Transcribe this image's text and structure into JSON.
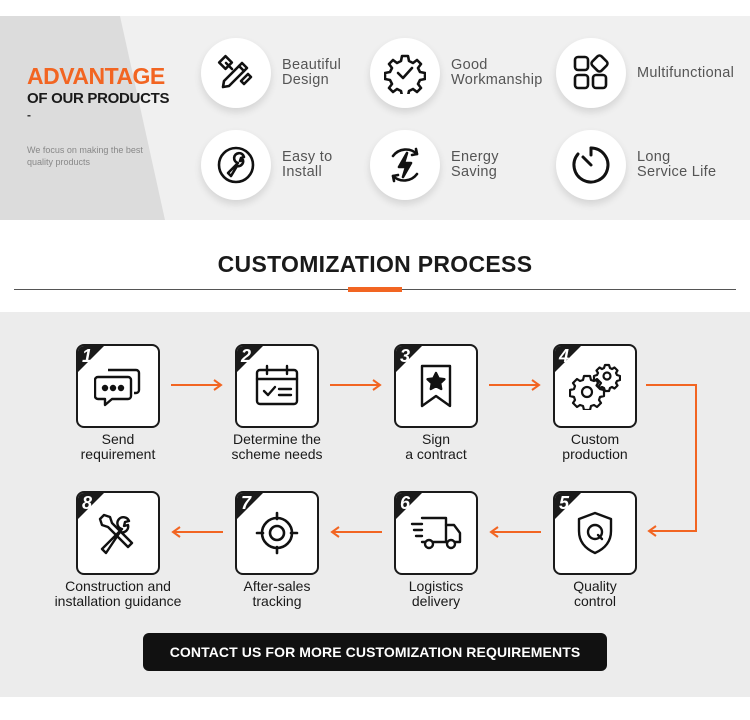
{
  "advantage": {
    "title": "ADVANTAGE",
    "subtitle": "OF OUR PRODUCTS",
    "dash": "-",
    "description": "We focus on making the best quality products",
    "features": [
      {
        "line1": "Beautiful",
        "line2": "Design",
        "icon": "pencil-ruler-icon"
      },
      {
        "line1": "Good",
        "line2": "Workmanship",
        "icon": "gear-check-icon"
      },
      {
        "line1": "Multifunctional",
        "line2": "",
        "icon": "apps-grid-icon"
      },
      {
        "line1": "Easy to",
        "line2": "Install",
        "icon": "wrench-icon"
      },
      {
        "line1": "Energy",
        "line2": "Saving",
        "icon": "energy-bolt-icon"
      },
      {
        "line1": "Long",
        "line2": "Service Life",
        "icon": "timer-icon"
      }
    ]
  },
  "process": {
    "title": "CUSTOMIZATION PROCESS",
    "accent_color": "#f26522",
    "steps": [
      {
        "num": "1",
        "line1": "Send",
        "line2": "requirement",
        "icon": "chat-bubbles-icon"
      },
      {
        "num": "2",
        "line1": "Determine the",
        "line2": "scheme needs",
        "icon": "calendar-check-icon"
      },
      {
        "num": "3",
        "line1": "Sign",
        "line2": "a contract",
        "icon": "bookmark-star-icon"
      },
      {
        "num": "4",
        "line1": "Custom",
        "line2": "production",
        "icon": "gears-icon"
      },
      {
        "num": "5",
        "line1": "Quality",
        "line2": "control",
        "icon": "shield-q-icon"
      },
      {
        "num": "6",
        "line1": "Logistics",
        "line2": "delivery",
        "icon": "truck-icon"
      },
      {
        "num": "7",
        "line1": "After-sales",
        "line2": "tracking",
        "icon": "target-icon"
      },
      {
        "num": "8",
        "line1": "Construction and",
        "line2": "installation guidance",
        "icon": "tools-icon"
      }
    ],
    "contact_button": "CONTACT US FOR MORE CUSTOMIZATION REQUIREMENTS"
  }
}
